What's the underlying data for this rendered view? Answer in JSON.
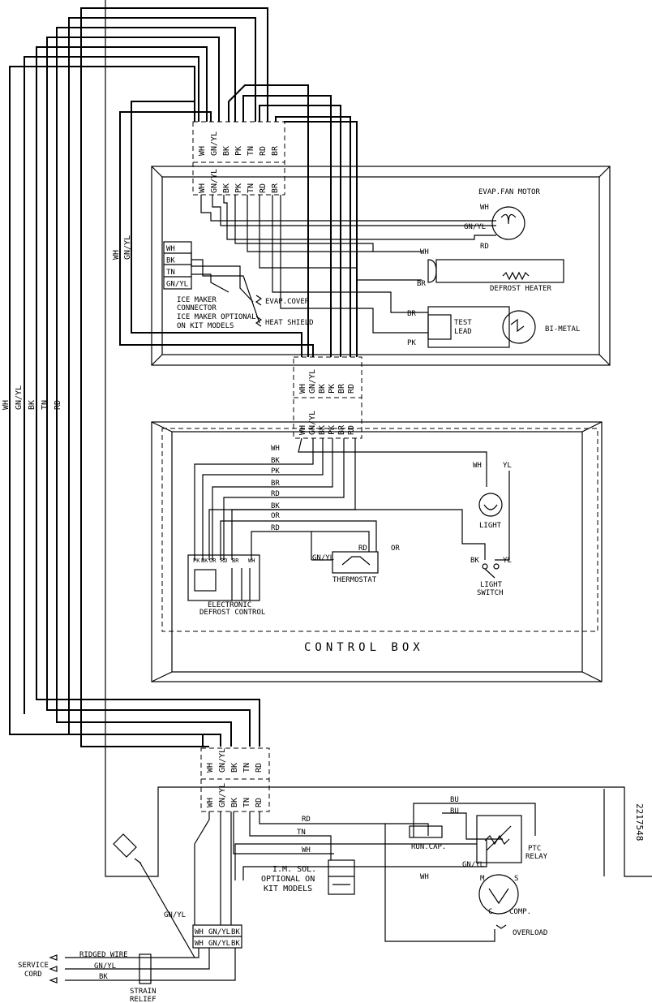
{
  "doc_number": "2217548",
  "colors": {
    "line": "#000000",
    "background": "#ffffff"
  },
  "wire_codes": {
    "top_connector": [
      "WH",
      "GN/YL",
      "BK",
      "PK",
      "TN",
      "RD",
      "BR"
    ],
    "middle_connector_a": [
      "WH",
      "GN/YL",
      "BK",
      "PK",
      "BR",
      "RD"
    ],
    "middle_connector_b": [
      "WH",
      "GN/YL",
      "BK",
      "PK",
      "BR",
      "RD"
    ],
    "bottom_connector": [
      "WH",
      "GN/YL",
      "BK",
      "TN",
      "RD"
    ],
    "left_bundle": [
      "WH",
      "GN/YL",
      "BK",
      "TN",
      "RD"
    ],
    "inner_bundle": [
      "WH",
      "GN/YL"
    ],
    "control_box_wires": [
      "WH",
      "BK",
      "PK",
      "BR",
      "RD",
      "BK",
      "OR",
      "RD"
    ],
    "defrost_terminals": [
      "PK",
      "BK",
      "OR",
      "RD",
      "BR",
      "WH"
    ],
    "ice_maker_pins": [
      "WH",
      "BK",
      "TN",
      "GN/YL"
    ],
    "service_cord_pins_top": [
      "WH",
      "GN/YL",
      "BK"
    ],
    "service_cord_pins_bottom": [
      "WH",
      "GN/YL",
      "BK"
    ]
  },
  "labels": {
    "evap_fan_motor": "EVAP.FAN MOTOR",
    "defrost_heater": "DEFROST HEATER",
    "test_lead": [
      "TEST",
      "LEAD"
    ],
    "bi_metal": "BI-METAL",
    "evap_cover": "EVAP.COVER",
    "heat_shield": "HEAT SHIELD",
    "ice_maker_connector": [
      "ICE MAKER",
      "CONNECTOR",
      "ICE MAKER OPTIONAL",
      "ON KIT MODELS"
    ],
    "light": "LIGHT",
    "light_switch": [
      "LIGHT",
      "SWITCH"
    ],
    "thermostat": "THERMOSTAT",
    "electronic_defrost_control": [
      "ELECTRONIC",
      "DEFROST CONTROL"
    ],
    "control_box": "CONTROL BOX",
    "run_cap": "RUN.CAP.",
    "ptc_relay": [
      "PTC",
      "RELAY"
    ],
    "comp": "COMP.",
    "overload": "OVERLOAD",
    "im_sol": [
      "I.M. SOL.",
      "OPTIONAL ON",
      "KIT MODELS"
    ],
    "service_cord": [
      "SERVICE",
      "CORD"
    ],
    "ridged_wire": "RIDGED WIRE",
    "strain_relief": [
      "STRAIN",
      "RELIEF"
    ]
  },
  "wire_labels": {
    "fan_wh": "WH",
    "fan_gnyl": "GN/YL",
    "fan_rd": "RD",
    "heater_wh": "WH",
    "heater_br": "BR",
    "test_br": "BR",
    "test_pk": "PK",
    "light_wh": "WH",
    "light_yl": "YL",
    "switch_bk": "BK",
    "switch_yl": "YL",
    "thermo_gnyl": "GN/YL",
    "thermo_rd": "RD",
    "thermo_or": "OR",
    "comp_bu1": "BU",
    "comp_bu2": "BU",
    "comp_rd": "RD",
    "comp_tn": "TN",
    "comp_wh": "WH",
    "comp_wh2": "WH",
    "comp_gnyl": "GN/YL",
    "term_m": "M",
    "term_s": "S",
    "term_c": "C",
    "cord_gnyl": "GN/YL",
    "cord_bk": "BK",
    "ground_gnyl": "GN/YL"
  }
}
